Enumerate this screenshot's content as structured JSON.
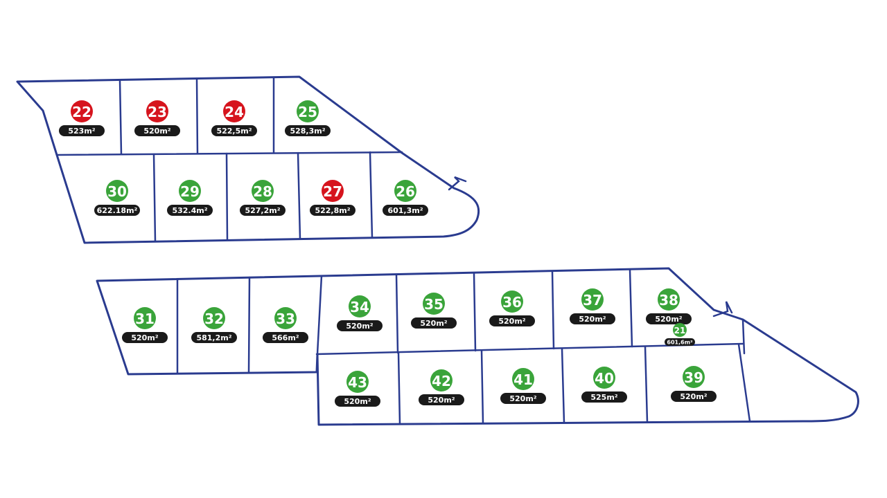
{
  "status_colors": {
    "available": "#3aa43a",
    "sold": "#d6141d"
  },
  "outline_color": "#2a3b8f",
  "lots": [
    {
      "number": "22",
      "area": "523m²",
      "status": "sold"
    },
    {
      "number": "23",
      "area": "520m²",
      "status": "sold"
    },
    {
      "number": "24",
      "area": "522,5m²",
      "status": "sold"
    },
    {
      "number": "25",
      "area": "528,3m²",
      "status": "available"
    },
    {
      "number": "30",
      "area": "622.18m²",
      "status": "available"
    },
    {
      "number": "29",
      "area": "532.4m²",
      "status": "available"
    },
    {
      "number": "28",
      "area": "527,2m²",
      "status": "available"
    },
    {
      "number": "27",
      "area": "522,8m²",
      "status": "sold"
    },
    {
      "number": "26",
      "area": "601,3m²",
      "status": "available"
    },
    {
      "number": "31",
      "area": "520m²",
      "status": "available"
    },
    {
      "number": "32",
      "area": "581,2m²",
      "status": "available"
    },
    {
      "number": "33",
      "area": "566m²",
      "status": "available"
    },
    {
      "number": "34",
      "area": "520m²",
      "status": "available"
    },
    {
      "number": "35",
      "area": "520m²",
      "status": "available"
    },
    {
      "number": "36",
      "area": "520m²",
      "status": "available"
    },
    {
      "number": "37",
      "area": "520m²",
      "status": "available"
    },
    {
      "number": "38",
      "area": "520m²",
      "status": "available"
    },
    {
      "number": "21",
      "area": "601,6m²",
      "status": "available"
    },
    {
      "number": "43",
      "area": "520m²",
      "status": "available"
    },
    {
      "number": "42",
      "area": "520m²",
      "status": "available"
    },
    {
      "number": "41",
      "area": "520m²",
      "status": "available"
    },
    {
      "number": "40",
      "area": "525m²",
      "status": "available"
    },
    {
      "number": "39",
      "area": "520m²",
      "status": "available"
    }
  ]
}
